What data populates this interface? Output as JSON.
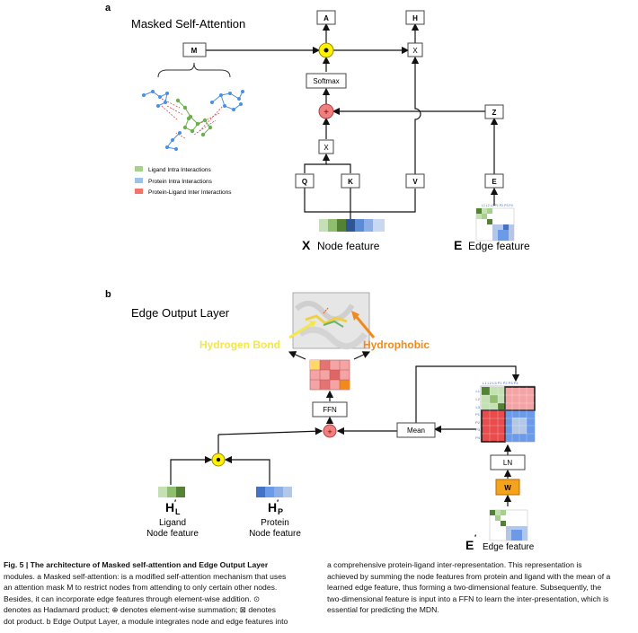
{
  "panel_a": {
    "letter": "a",
    "title": "Masked Self-Attention",
    "boxes": {
      "A": "A",
      "H": "H",
      "M": "M",
      "X_top": "X",
      "Softmax": "Softmax",
      "Z": "Z",
      "X_mid": "X",
      "Q": "Q",
      "K": "K",
      "V": "V",
      "E": "E"
    },
    "legend": [
      {
        "label": "Ligand Intra Interactions",
        "color": "#a8d08d"
      },
      {
        "label": "Protein Intra Interactions",
        "color": "#9dc3e6"
      },
      {
        "label": "Protein-Ligand Inter Interactions",
        "color": "#f4736b"
      }
    ],
    "node_symbol": "X",
    "node_label": "Node feature",
    "edge_symbol": "E",
    "edge_label": "Edge feature",
    "matrix_ticks": "L1 L2 L3 P1 P2 P3 P4"
  },
  "panel_b": {
    "letter": "b",
    "title": "Edge Output Layer",
    "hydrogen": "Hydrogen Bond",
    "hydrophobic": "Hydrophobic",
    "ffn": "FFN",
    "mean": "Mean",
    "ln": "LN",
    "w": "W",
    "hl_main": "H",
    "hl_sub": "L",
    "hp_main": "H",
    "hp_sub": "P",
    "ligand_line1": "Ligand",
    "ligand_line2": "Node feature",
    "protein_line1": "Protein",
    "protein_line2": "Node feature",
    "edge_main": "E",
    "edge_label": "Edge feature",
    "row_labels": [
      "L1",
      "L2",
      "L3",
      "P1",
      "P2",
      "P3",
      "P4"
    ],
    "col_labels": "L1 L2 L3 P1 P2 P3 P4"
  },
  "colors": {
    "green_dark": "#548235",
    "green_light": "#c5e0b4",
    "blue": "#4472c4",
    "blue_light": "#b4c7e7",
    "red": "#e84c4c",
    "red_light": "#f4a4a4",
    "yellow": "#ffd966",
    "orange": "#f08a1c",
    "hb_yellow": "#f5e64a"
  },
  "caption": {
    "left": [
      {
        "text": "Fig. 5 | The architecture of Masked self-attention and Edge Output Layer",
        "bold": true
      },
      {
        "text": "modules. a Masked self-attention: is a modified self-attention mechanism that uses",
        "bold": false
      },
      {
        "text": "an attention mask M to restrict nodes from attending to only certain other nodes.",
        "bold": false
      },
      {
        "text": "Besides, it can incorporate edge features through element-wise addition. ⊙",
        "bold": false
      },
      {
        "text": "denotes as Hadamard product; ⊕ denotes element-wise summation; ⊠ denotes",
        "bold": false
      },
      {
        "text": "dot product. b Edge Output Layer, a module integrates node and edge features into",
        "bold": false
      }
    ],
    "right": [
      "a comprehensive protein-ligand inter-representation. This representation is",
      "achieved by summing the node features from protein and ligand with the mean of a",
      "learned edge feature, thus forming a two-dimensional feature. Subsequently, the",
      "two-dimensional feature is input into a FFN to learn the inter-presentation, which is",
      "essential for predicting the MDN."
    ]
  }
}
